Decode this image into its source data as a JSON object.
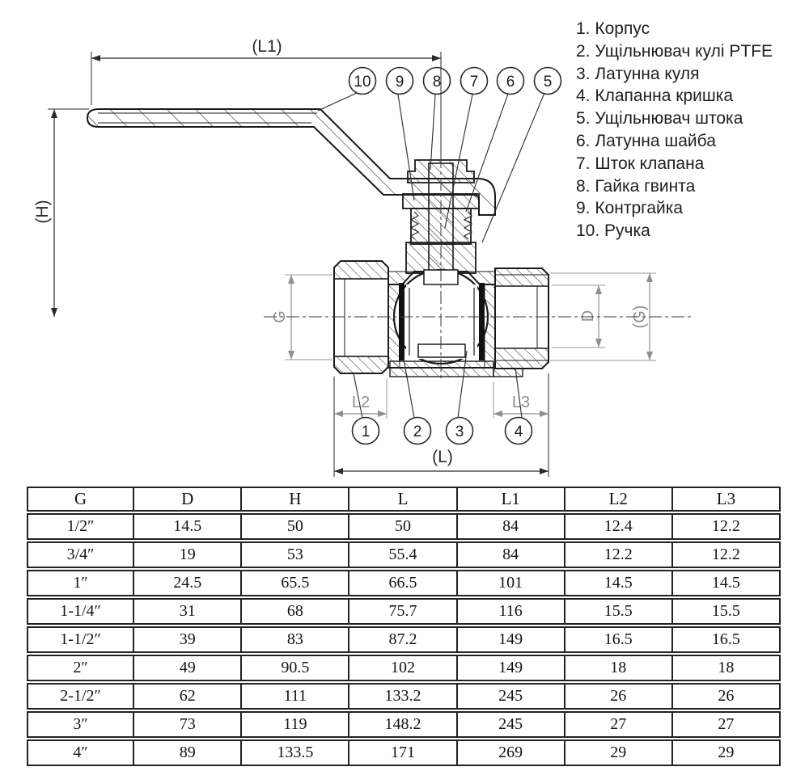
{
  "drawing": {
    "title": "ball-valve-cross-section",
    "dims": {
      "l1": "(L1)",
      "h": "(H)",
      "g_left": "G",
      "d": "D",
      "g_right": "(G)",
      "l2": "L2",
      "l3": "L3",
      "l": "(L)"
    },
    "callouts_top": [
      "10",
      "9",
      "8",
      "7",
      "6",
      "5"
    ],
    "callouts_bottom": [
      "1",
      "2",
      "3",
      "4"
    ],
    "colors": {
      "line": "#1a1a1a",
      "dim_gray": "#8f8f8f",
      "seat_black": "#111111"
    }
  },
  "parts_list": {
    "items": [
      "1. Корпус",
      "2. Ущільнювач кулі PTFE",
      "3. Латунна куля",
      "4. Клапанна кришка",
      "5. Ущільнювач штока",
      "6. Латунна шайба",
      "7. Шток клапана",
      "8. Гайка гвинта",
      "9. Контргайка",
      "10. Ручка"
    ]
  },
  "spec_table": {
    "headers": [
      "G",
      "D",
      "H",
      "L",
      "L1",
      "L2",
      "L3"
    ],
    "rows": [
      [
        "1/2″",
        "14.5",
        "50",
        "50",
        "84",
        "12.4",
        "12.2"
      ],
      [
        "3/4″",
        "19",
        "53",
        "55.4",
        "84",
        "12.2",
        "12.2"
      ],
      [
        "1″",
        "24.5",
        "65.5",
        "66.5",
        "101",
        "14.5",
        "14.5"
      ],
      [
        "1-1/4″",
        "31",
        "68",
        "75.7",
        "116",
        "15.5",
        "15.5"
      ],
      [
        "1-1/2″",
        "39",
        "83",
        "87.2",
        "149",
        "16.5",
        "16.5"
      ],
      [
        "2″",
        "49",
        "90.5",
        "102",
        "149",
        "18",
        "18"
      ],
      [
        "2-1/2″",
        "62",
        "111",
        "133.2",
        "245",
        "26",
        "26"
      ],
      [
        "3″",
        "73",
        "119",
        "148.2",
        "245",
        "27",
        "27"
      ],
      [
        "4″",
        "89",
        "133.5",
        "171",
        "269",
        "29",
        "29"
      ]
    ]
  }
}
